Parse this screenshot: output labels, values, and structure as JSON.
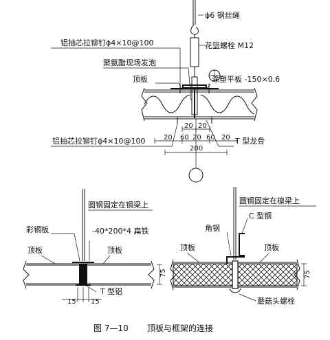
{
  "top_detail": {
    "wire_rope": "ϕ6 钢丝绳",
    "turnbuckle": "花篮螺栓 M12",
    "rivet_top": "铝抽芯拉铆钉ϕ4×10@100",
    "foam": "聚氨酯现场发泡",
    "roof_panel": "顶板",
    "coated_plate": "涂塑平板 -150×0.6",
    "rivet_bottom": "铝抽芯拉铆钉ϕ4×10@100",
    "t_keel": "T 型龙骨",
    "dims_row1": [
      "20",
      "20"
    ],
    "dims_row2": [
      "20",
      "60",
      "20",
      "60",
      "20"
    ],
    "dim_total": "200"
  },
  "left_detail": {
    "rod_note": "圆钢固定在钢梁上",
    "color_steel": "彩钢板",
    "flat_iron": "-40*200*4 扁铁",
    "roof_left": "顶板",
    "roof_right": "顶板",
    "thickness": "75",
    "dim_a": "15",
    "dim_b": "15",
    "t_alu": "T 型铝"
  },
  "right_detail": {
    "rod_note": "圆钢固定在檩梁上",
    "c_steel": "C 型钢",
    "angle_steel": "角钢",
    "roof_left": "顶板",
    "roof_right": "顶板",
    "thickness": "75",
    "mushroom_bolt": "蘑菇头螺栓"
  },
  "caption": {
    "number": "图 7—10",
    "title": "顶板与框架的连接"
  }
}
